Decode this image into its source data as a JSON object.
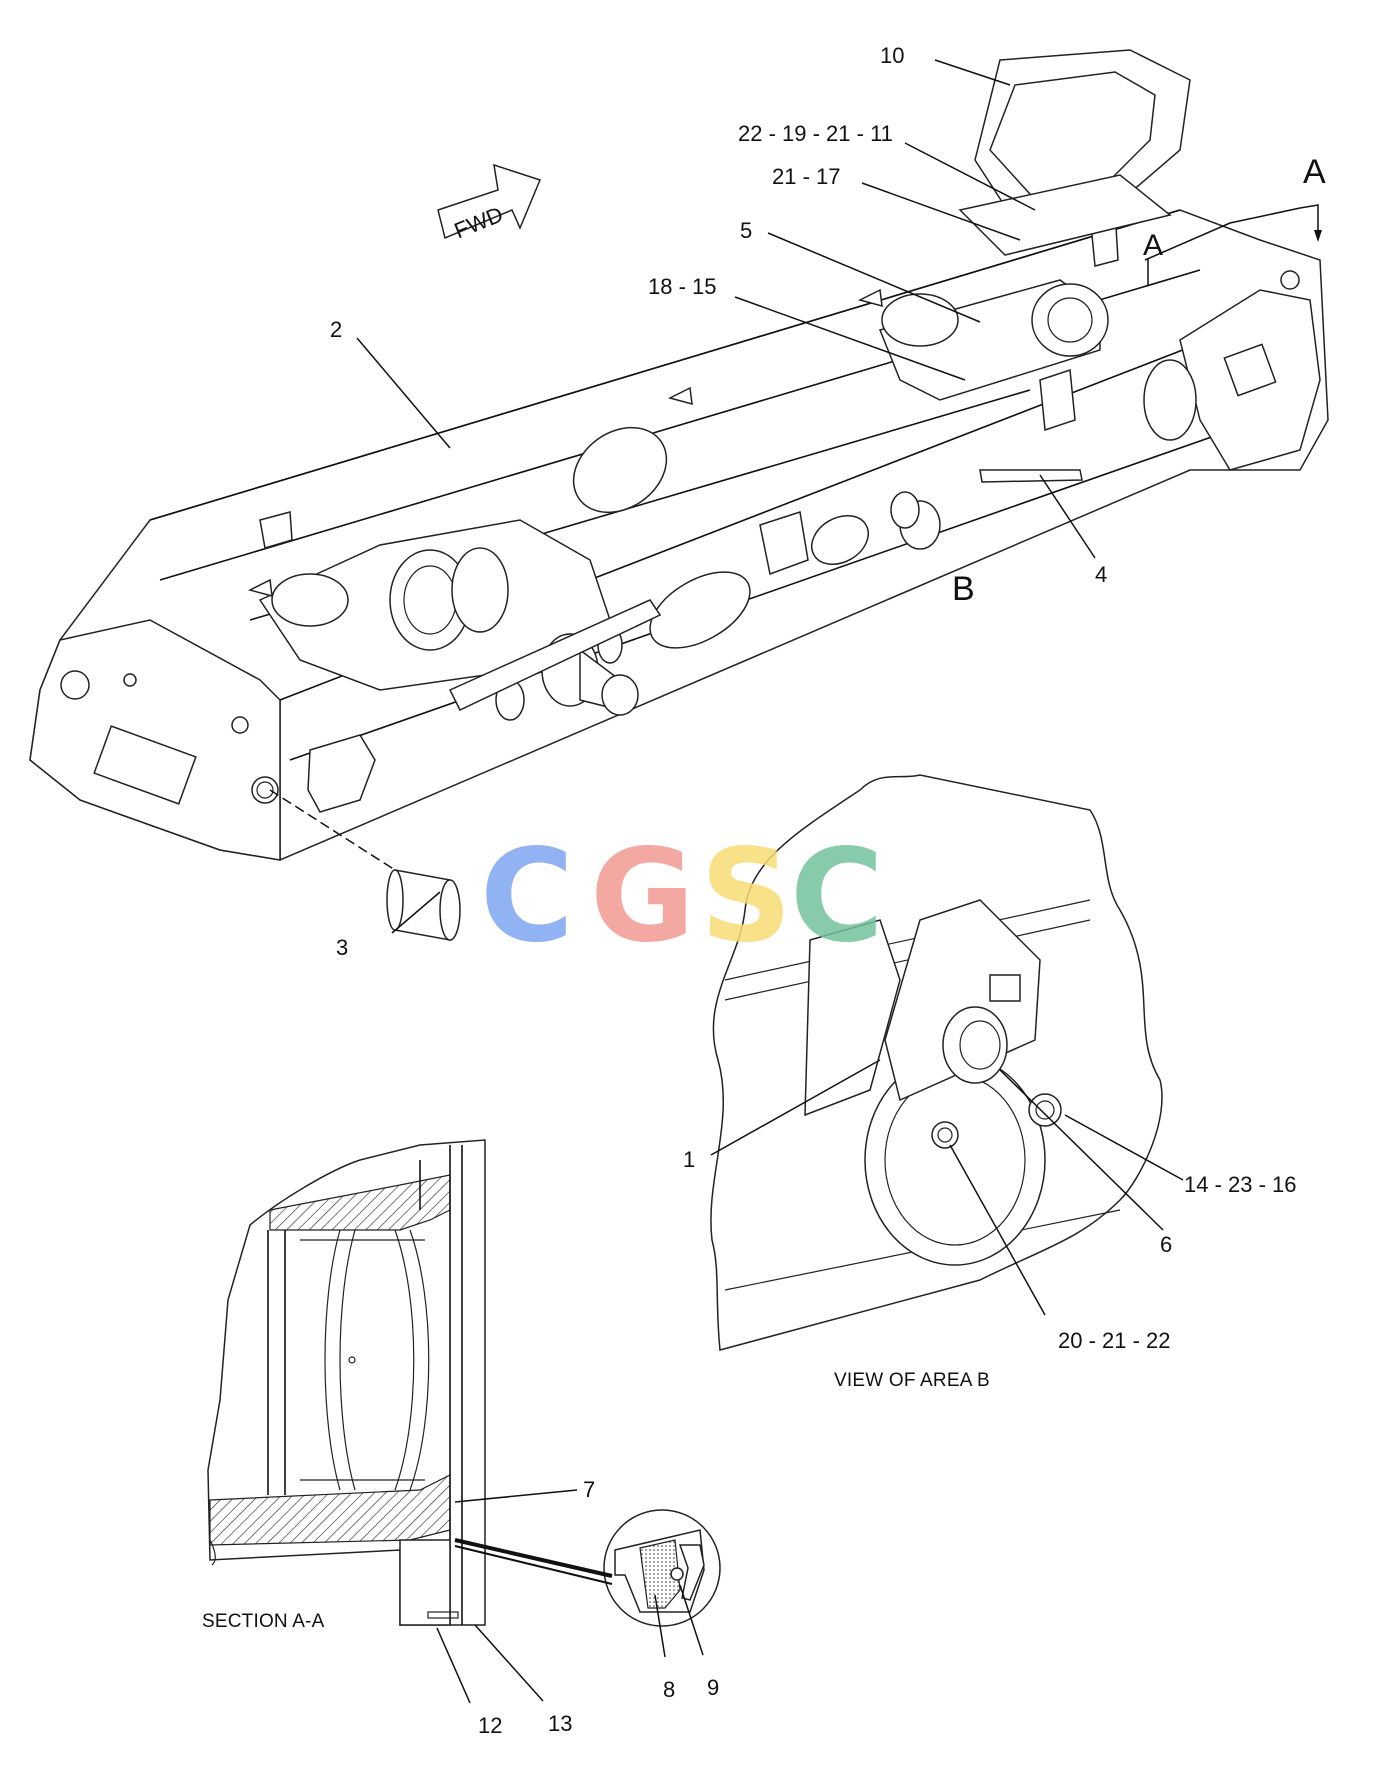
{
  "labels": {
    "l1": "1",
    "l2": "2",
    "l3": "3",
    "l4": "4",
    "l5": "5",
    "l6": "6",
    "l7": "7",
    "l8": "8",
    "l9": "9",
    "l10": "10",
    "l12": "12",
    "l13": "13",
    "l14_23_16": "14 - 23 - 16",
    "l18_15": "18 - 15",
    "l20_21_22": "20 - 21 - 22",
    "l21_17": "21 - 17",
    "l22_19_21_11": "22 - 19 - 21 - 11"
  },
  "markers": {
    "section_a": "A",
    "section_a_small": "A",
    "area_b": "B",
    "fwd": "FWD"
  },
  "captions": {
    "view_area_b": "VIEW OF AREA B",
    "section_aa": "SECTION A-A"
  },
  "watermark": {
    "letters": [
      "C",
      "G",
      "S",
      "C"
    ],
    "colors": [
      "#7fa6f2",
      "#f29a92",
      "#f7dc74",
      "#74c29c"
    ]
  }
}
